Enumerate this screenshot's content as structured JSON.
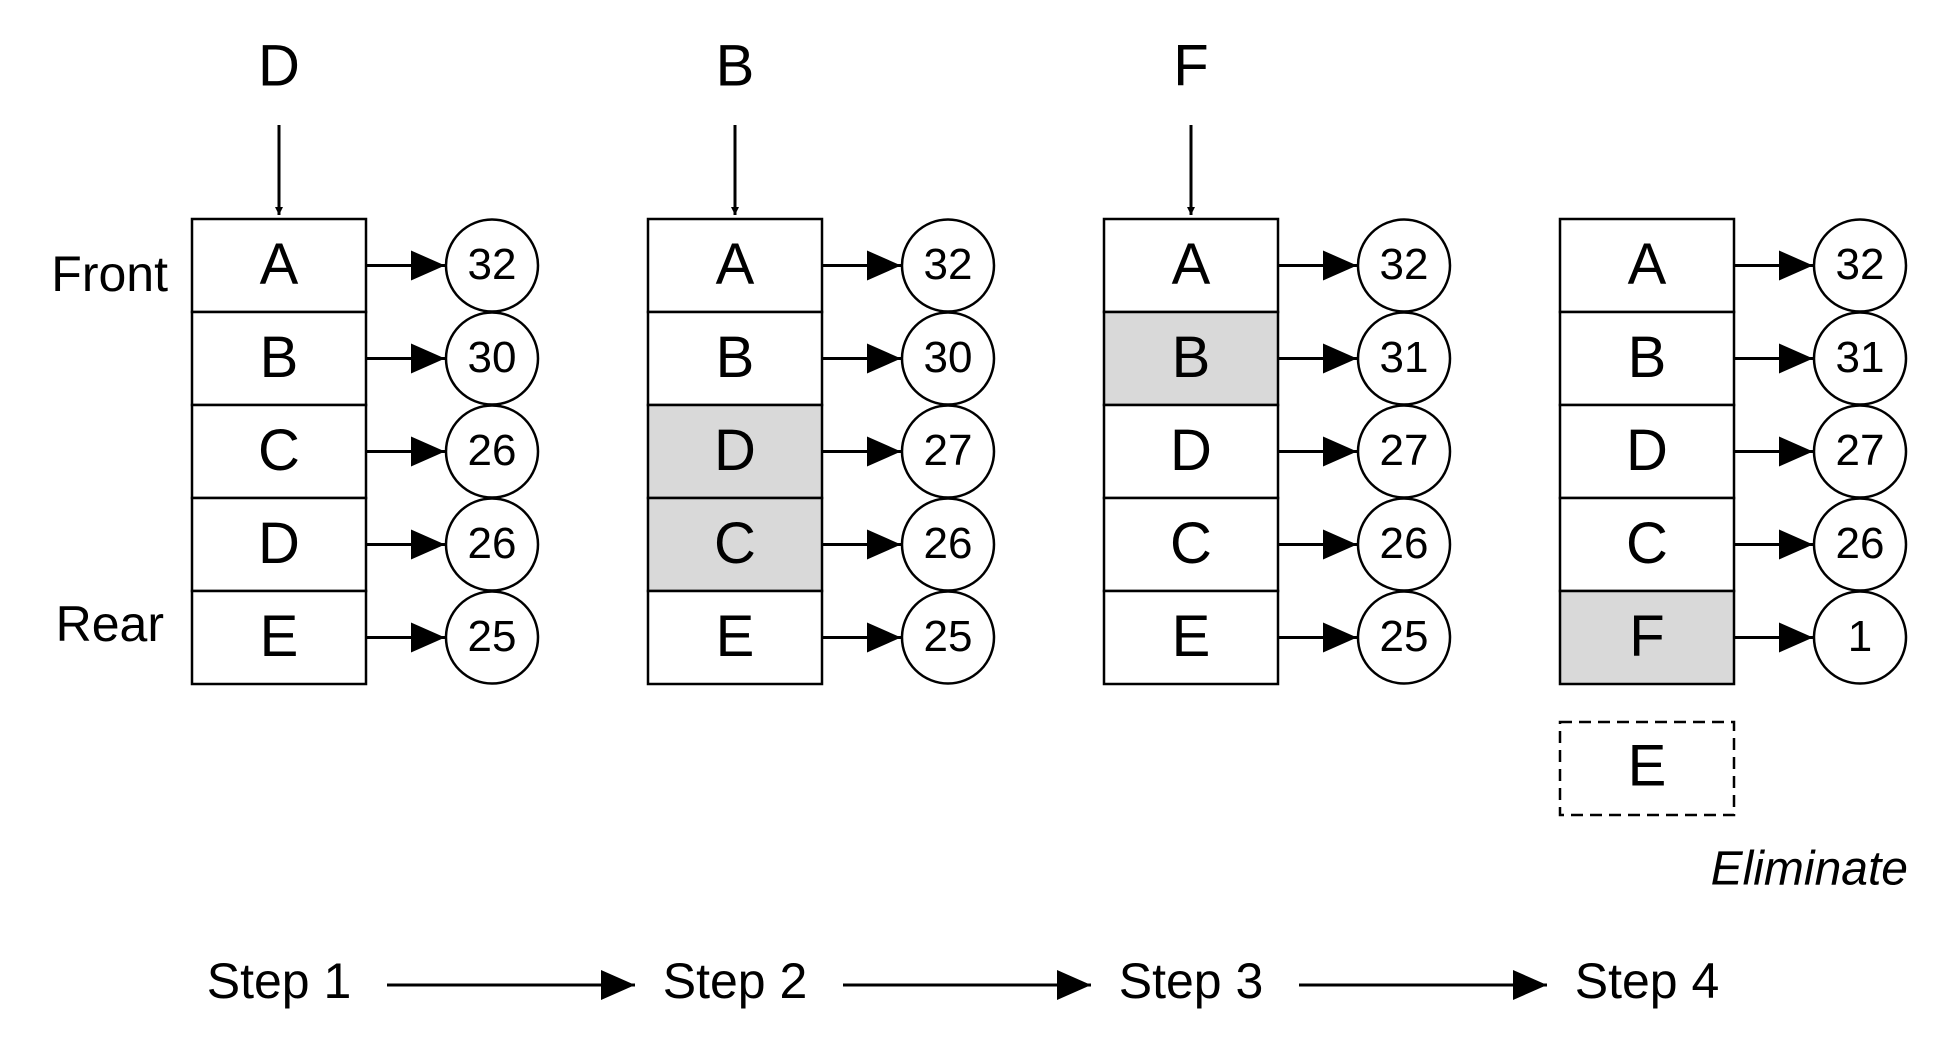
{
  "side_labels": {
    "front": "Front",
    "rear": "Rear"
  },
  "columns": [
    {
      "incoming": "D",
      "cells": [
        {
          "letter": "A",
          "value": "32",
          "highlight": false
        },
        {
          "letter": "B",
          "value": "30",
          "highlight": false
        },
        {
          "letter": "C",
          "value": "26",
          "highlight": false
        },
        {
          "letter": "D",
          "value": "26",
          "highlight": false
        },
        {
          "letter": "E",
          "value": "25",
          "highlight": false
        }
      ],
      "step": "Step 1"
    },
    {
      "incoming": "B",
      "cells": [
        {
          "letter": "A",
          "value": "32",
          "highlight": false
        },
        {
          "letter": "B",
          "value": "30",
          "highlight": false
        },
        {
          "letter": "D",
          "value": "27",
          "highlight": true
        },
        {
          "letter": "C",
          "value": "26",
          "highlight": true
        },
        {
          "letter": "E",
          "value": "25",
          "highlight": false
        }
      ],
      "step": "Step 2"
    },
    {
      "incoming": "F",
      "cells": [
        {
          "letter": "A",
          "value": "32",
          "highlight": false
        },
        {
          "letter": "B",
          "value": "31",
          "highlight": true
        },
        {
          "letter": "D",
          "value": "27",
          "highlight": false
        },
        {
          "letter": "C",
          "value": "26",
          "highlight": false
        },
        {
          "letter": "E",
          "value": "25",
          "highlight": false
        }
      ],
      "step": "Step 3"
    },
    {
      "incoming": "",
      "cells": [
        {
          "letter": "A",
          "value": "32",
          "highlight": false
        },
        {
          "letter": "B",
          "value": "31",
          "highlight": false
        },
        {
          "letter": "D",
          "value": "27",
          "highlight": false
        },
        {
          "letter": "C",
          "value": "26",
          "highlight": false
        },
        {
          "letter": "F",
          "value": "1",
          "highlight": true
        }
      ],
      "step": "Step 4",
      "eliminated": {
        "letter": "E",
        "label": "Eliminate"
      }
    }
  ],
  "colors": {
    "highlight": "#d9d9d9",
    "stroke": "#000000",
    "background": "#ffffff"
  }
}
